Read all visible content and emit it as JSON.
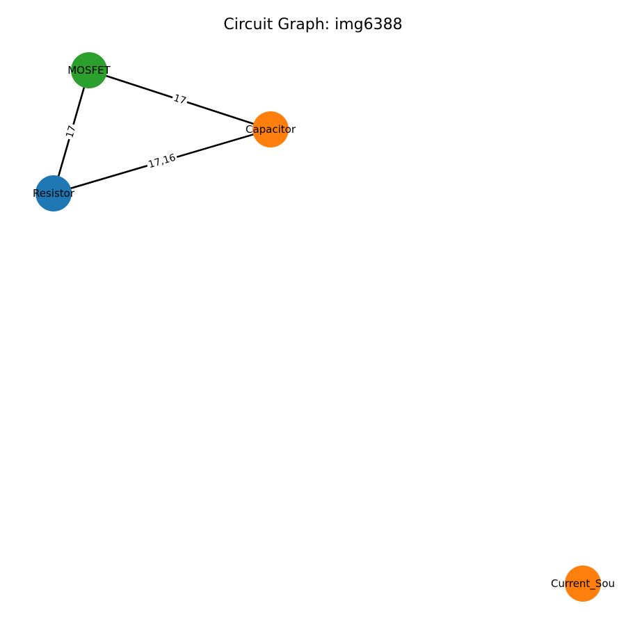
{
  "title": "Circuit Graph: img6388",
  "nodes": [
    {
      "id": "mosfet",
      "label": "MOSFET",
      "color": "#2ca02c"
    },
    {
      "id": "capacitor",
      "label": "Capacitor",
      "color": "#ff7f0e"
    },
    {
      "id": "resistor",
      "label": "Resistor",
      "color": "#1f77b4"
    },
    {
      "id": "current_source",
      "label": "Current_Sou",
      "color": "#ff7f0e"
    }
  ],
  "edges": [
    {
      "source": "mosfet",
      "target": "capacitor",
      "label": "17"
    },
    {
      "source": "mosfet",
      "target": "resistor",
      "label": "17"
    },
    {
      "source": "resistor",
      "target": "capacitor",
      "label": "17,16"
    }
  ]
}
